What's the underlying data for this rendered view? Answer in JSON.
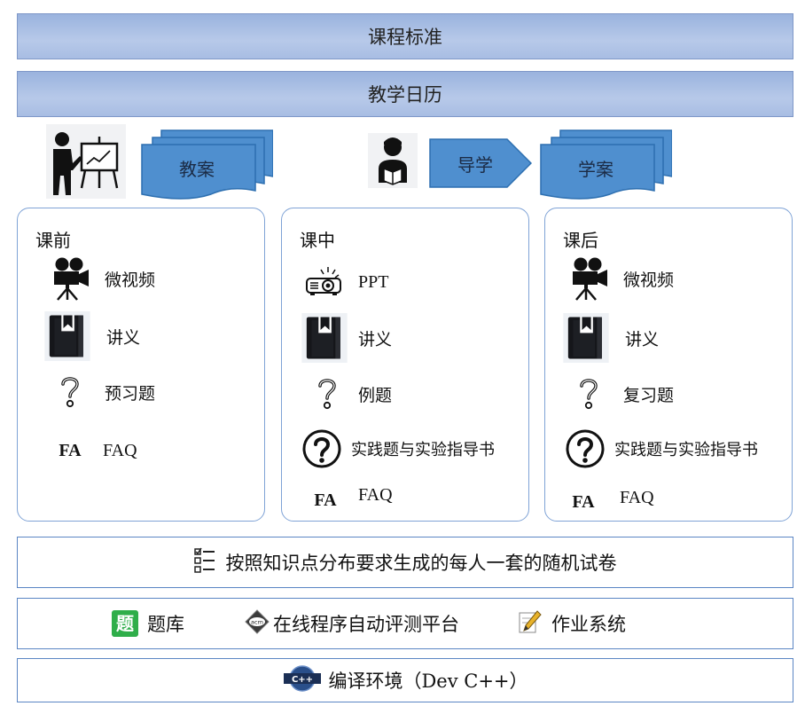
{
  "top_bars": {
    "course_standard": "课程标准",
    "teaching_calendar": "教学日历"
  },
  "middle": {
    "lesson_plan": "教案",
    "guide": "导学",
    "study_plan": "学案"
  },
  "panels": {
    "before": {
      "title": "课前",
      "items": [
        "微视频",
        "讲义",
        "预习题"
      ],
      "fa": "FA",
      "faq": "FAQ"
    },
    "during": {
      "title": "课中",
      "items": [
        "PPT",
        "讲义",
        "例题",
        "实践题与实验指导书"
      ],
      "fa": "FA",
      "faq": "FAQ"
    },
    "after": {
      "title": "课后",
      "items": [
        "微视频",
        "讲义",
        "复习题",
        "实践题与实验指导书"
      ],
      "fa": "FA",
      "faq": "FAQ"
    }
  },
  "bottom_bars": {
    "random_exam": "按照知识点分布要求生成的每人一套的随机试卷",
    "question_bank": "题库",
    "question_bank_icon_text": "题",
    "online_judge": "在线程序自动评测平台",
    "online_judge_icon_text": "acm",
    "homework": "作业系统",
    "compile_env": "编译环境（Dev C++）",
    "compile_icon_text": "C++"
  },
  "colors": {
    "bar_blue": "#a8bde3",
    "shape_blue": "#4f8fcf",
    "panel_border": "#7fa3d6"
  }
}
